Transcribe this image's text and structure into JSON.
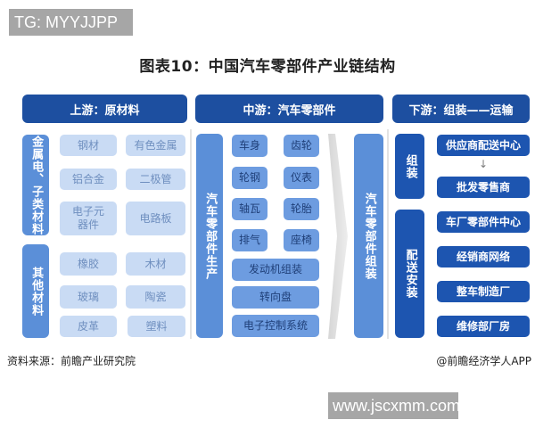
{
  "watermarks": {
    "top_left": "TG: MYYJJPP",
    "bottom_right": "www.jscxmm.com"
  },
  "title": "图表10：中国汽车零部件产业链结构",
  "headers": {
    "upstream": "上游：原材料",
    "midstream": "中游：汽车零部件",
    "downstream": "下游：组装——运输"
  },
  "upstream": {
    "group1": {
      "label": "金属电、子类材料",
      "items": [
        "钢材",
        "有色金属",
        "铝合金",
        "二极管",
        "电子元器件",
        "电路板"
      ]
    },
    "group2": {
      "label": "其他材料",
      "items": [
        "橡胶",
        "木材",
        "玻璃",
        "陶瓷",
        "皮革",
        "塑料"
      ]
    }
  },
  "midstream": {
    "production_label": "汽车零部件生产",
    "grid_items": [
      "车身",
      "齿轮",
      "轮钢",
      "仪表",
      "轴瓦",
      "轮胎",
      "排气",
      "座椅"
    ],
    "wide_items": [
      "发动机组装",
      "转向盘",
      "电子控制系统"
    ],
    "assembly_label": "汽车零部件组装"
  },
  "downstream": {
    "assembly": {
      "label": "组装",
      "items": [
        "供应商配送中心",
        "批发零售商"
      ],
      "arrow": "↓"
    },
    "distribution": {
      "label": "配送安装",
      "items": [
        "车厂零部件中心",
        "经销商网络",
        "整车制造厂",
        "维修部厂房"
      ]
    }
  },
  "footer": {
    "source": "资料来源：前瞻产业研究院",
    "credit": "@前瞻经济学人APP"
  },
  "colors": {
    "header_blue": "#1d4fa0",
    "dark_blue": "#1d55b0",
    "mid_blue": "#6d9ce0",
    "pale_blue": "#c9dbf4",
    "watermark_gray": "#a6a6a6"
  }
}
